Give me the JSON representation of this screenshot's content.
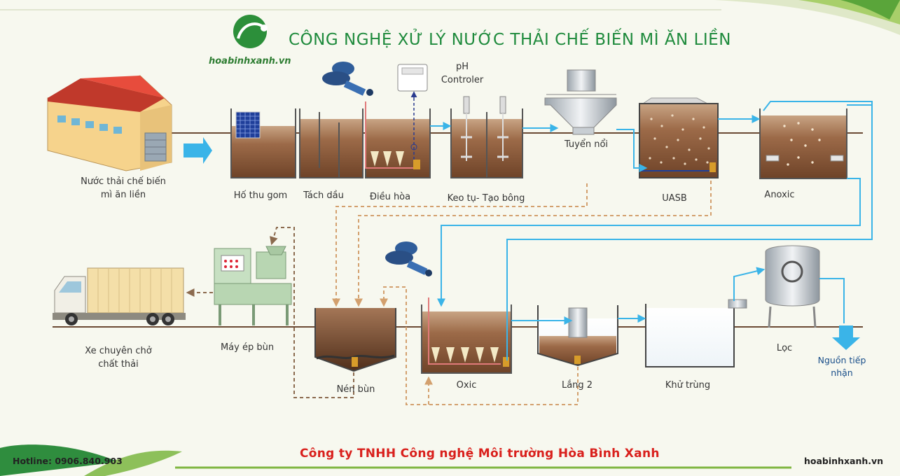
{
  "title": "CÔNG NGHỆ XỬ LÝ NƯỚC THẢI CHẾ BIẾN MÌ ĂN LIỀN",
  "brand": "hoabinhxanh.vn",
  "company": "Công ty TNHH Công nghệ Môi trường Hòa Bình Xanh",
  "hotline": "Hotline: 0906.840.903",
  "website": "hoabinhxanh.vn",
  "ph_controller": {
    "line1": "pH",
    "line2": "Controler"
  },
  "stages": {
    "source": {
      "line1": "Nước thải chế biến",
      "line2": "mì ăn liền"
    },
    "collection": "Hố thu gom",
    "oil_sep": "Tách dầu",
    "equalization": "Điều hòa",
    "coagulation": "Keo tụ- Tạo bông",
    "flotation": "Tuyển nổi",
    "uasb": "UASB",
    "anoxic": "Anoxic",
    "oxic": "Oxic",
    "settling": "Lắng 2",
    "disinfection": "Khử trùng",
    "filter": "Lọc",
    "receiver": {
      "line1": "Nguồn tiếp",
      "line2": "nhận"
    },
    "thickener": "Nén bùn",
    "press": "Máy ép bùn",
    "truck": {
      "line1": "Xe chuyên chở",
      "line2": "chất thải"
    }
  },
  "colors": {
    "water_line": "#3ab4e8",
    "sludge_line": "#d3a06e",
    "tank_liquid": "#8b5a3c",
    "title": "#1e8a3c",
    "company": "#d9201c"
  }
}
